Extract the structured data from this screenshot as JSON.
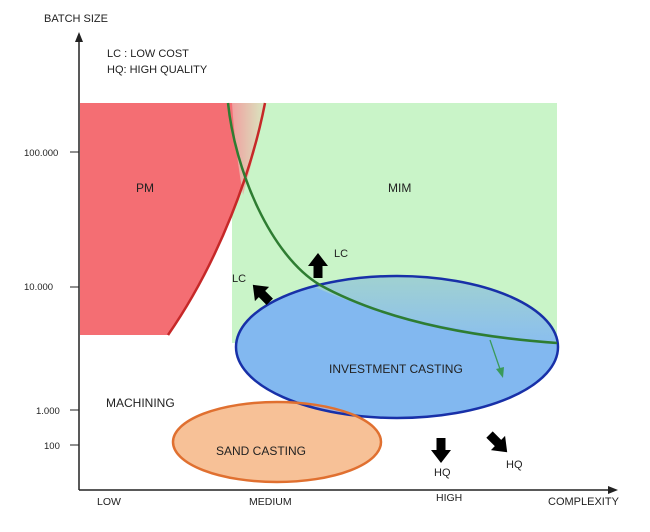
{
  "axes": {
    "y_title": "BATCH SIZE",
    "x_title": "COMPLEXITY",
    "y_ticks": [
      "100.000",
      "10.000",
      "1.000",
      "100"
    ],
    "x_ticks": [
      "LOW",
      "MEDIUM",
      "HIGH"
    ]
  },
  "legend": {
    "line1": "LC : LOW COST",
    "line2": "HQ: HIGH QUALITY"
  },
  "regions": {
    "pm": "PM",
    "mim": "MIM",
    "investment_casting": "INVESTMENT CASTING",
    "machining": "MACHINING",
    "sand_casting": "SAND CASTING"
  },
  "arrows": {
    "lc_left": "LC",
    "lc_up": "LC",
    "hq_down": "HQ",
    "hq_diag": "HQ"
  },
  "colors": {
    "pm_fill": "#f46e73",
    "mim_fill": "#c9f4c8",
    "investment_fill": "#82b8f0",
    "investment_stroke": "#1830a8",
    "sand_fill": "#f7c197",
    "sand_stroke": "#e07030",
    "mim_curve": "#2e7d32",
    "pm_curve": "#c62828"
  }
}
